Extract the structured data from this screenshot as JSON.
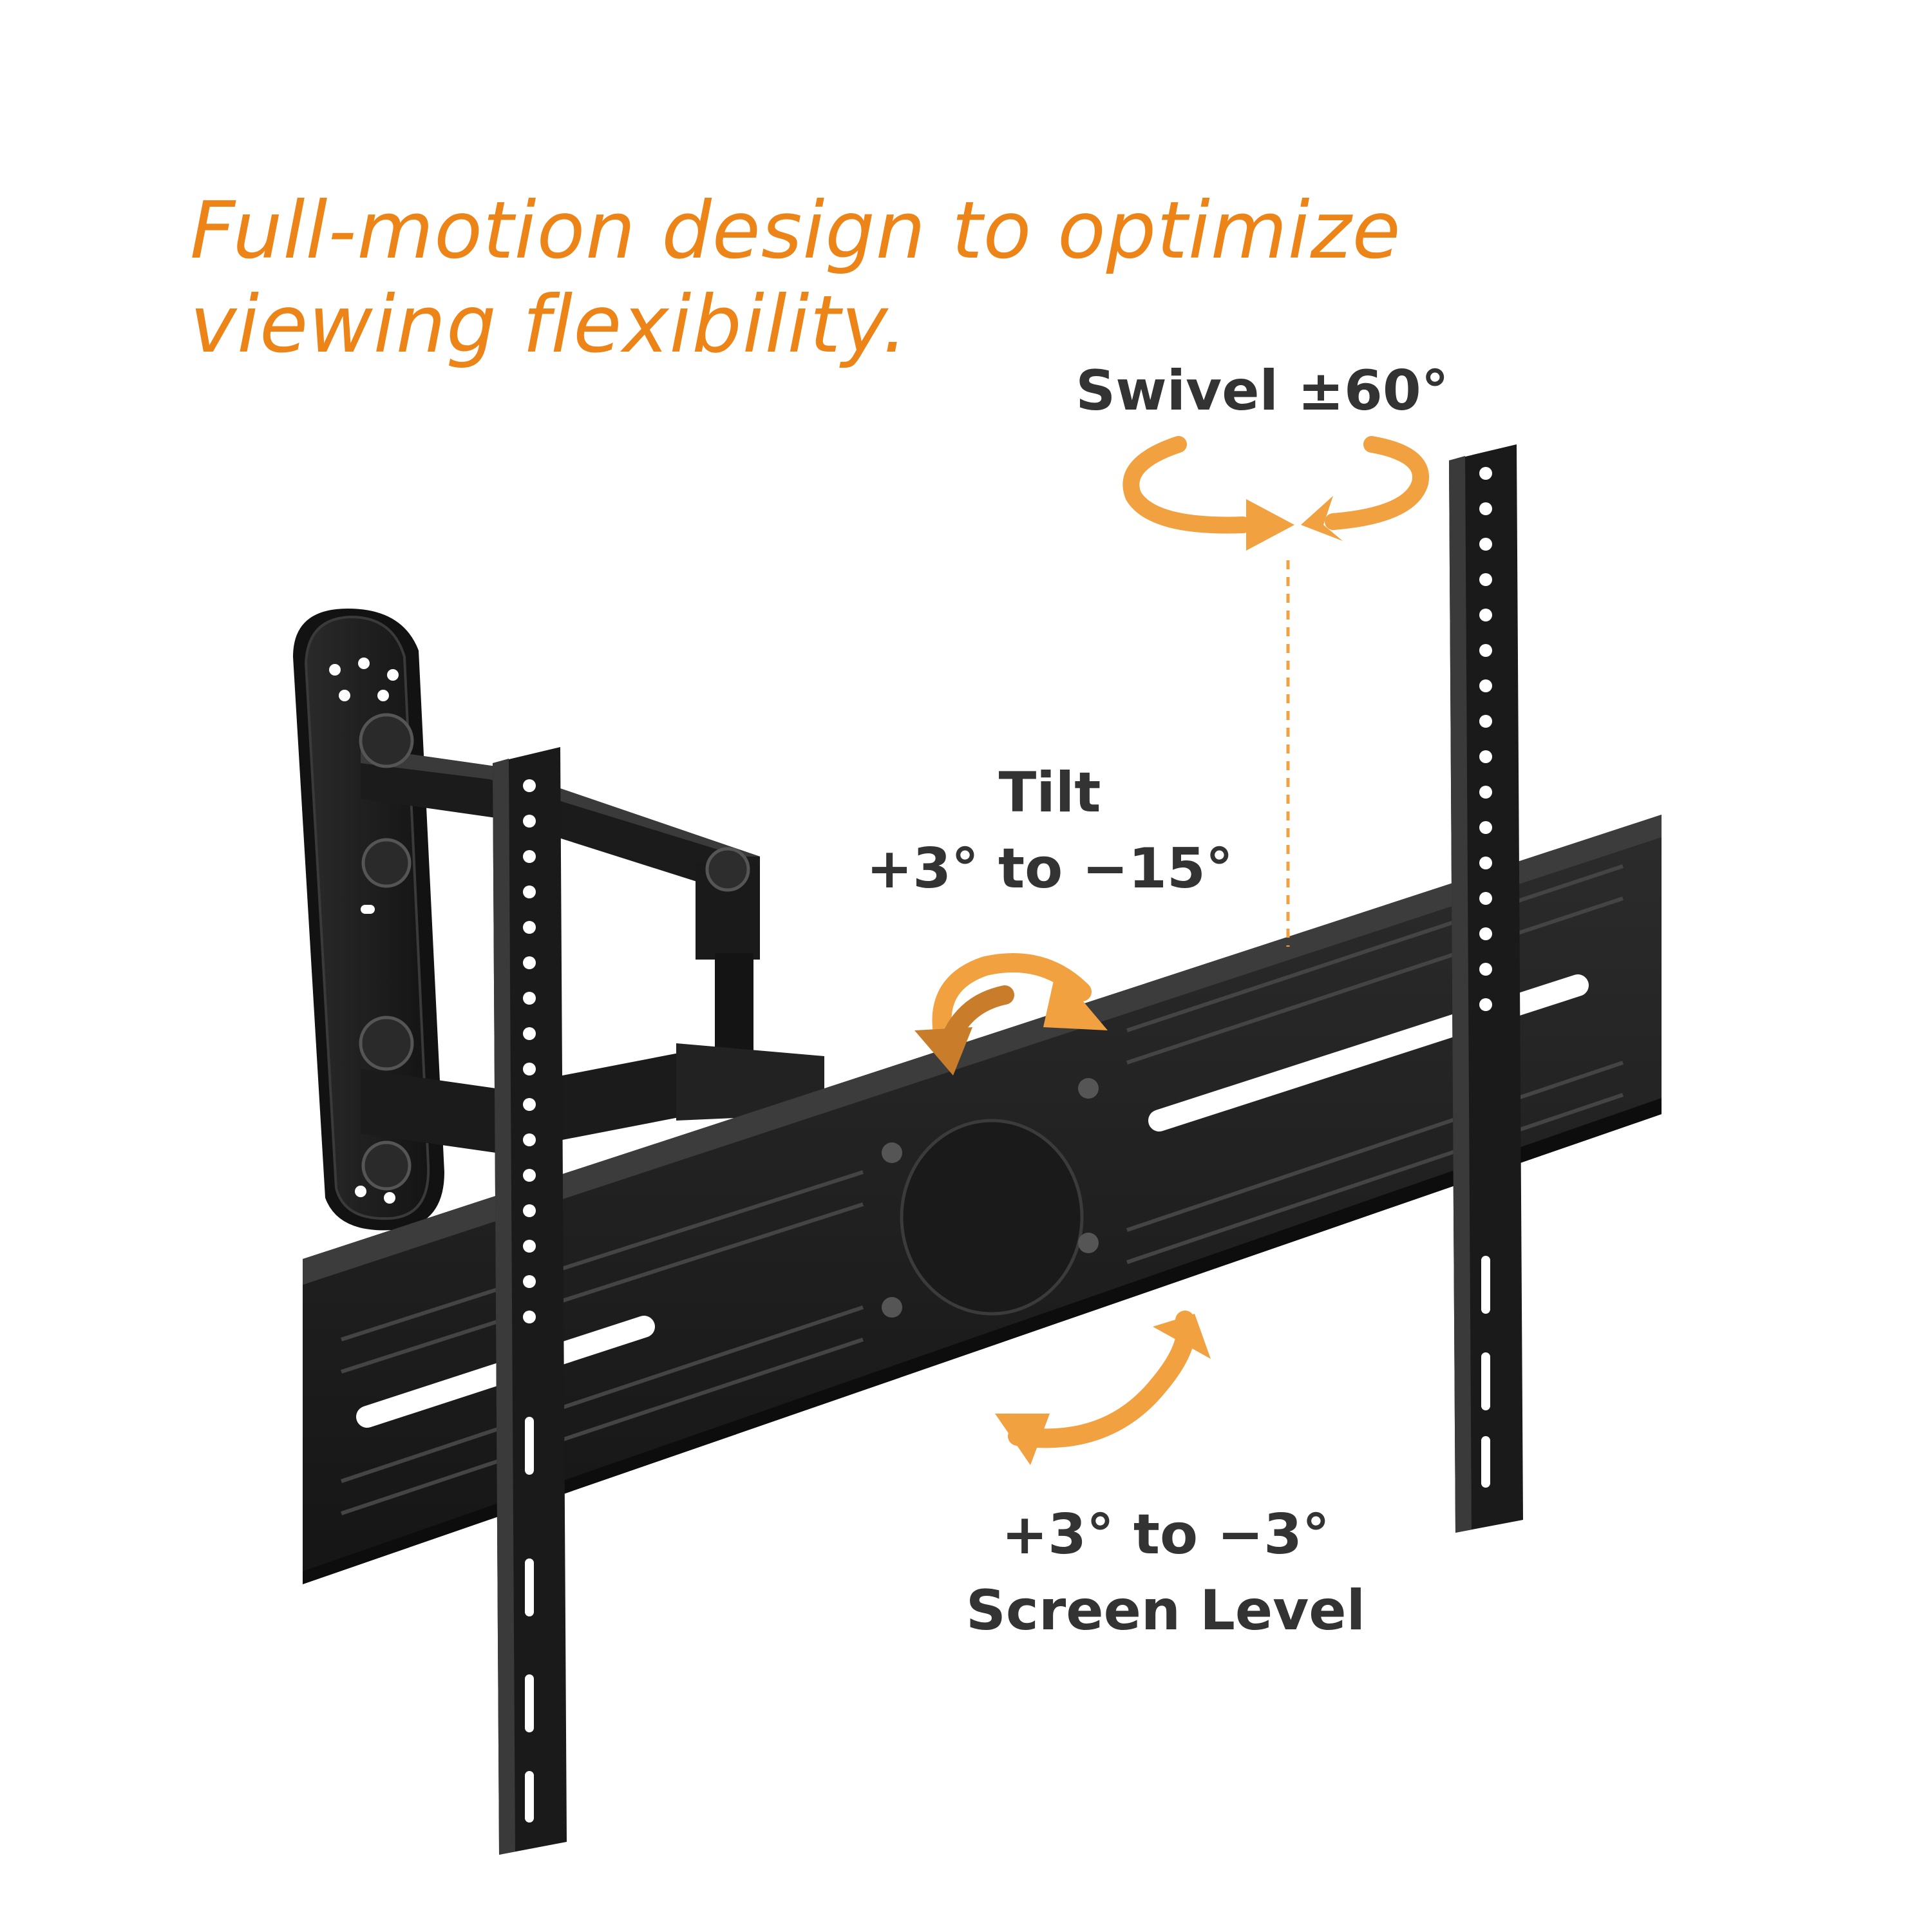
{
  "headline": {
    "line1": "Full-motion design to optimize",
    "line2": "viewing flexibility."
  },
  "swivel": {
    "label": "Swivel ±60°"
  },
  "tilt": {
    "line1": "Tilt",
    "line2": "+3° to −15°"
  },
  "level": {
    "line1": "+3° to −3°",
    "line2": "Screen Level"
  },
  "colors": {
    "accent": "#ec8417",
    "arrow": "#f2a140",
    "text": "#333333",
    "metal": "#1c1c1c"
  },
  "icons": [
    "swivel-arrow-icon",
    "tilt-arrow-icon",
    "level-arrow-icon"
  ]
}
